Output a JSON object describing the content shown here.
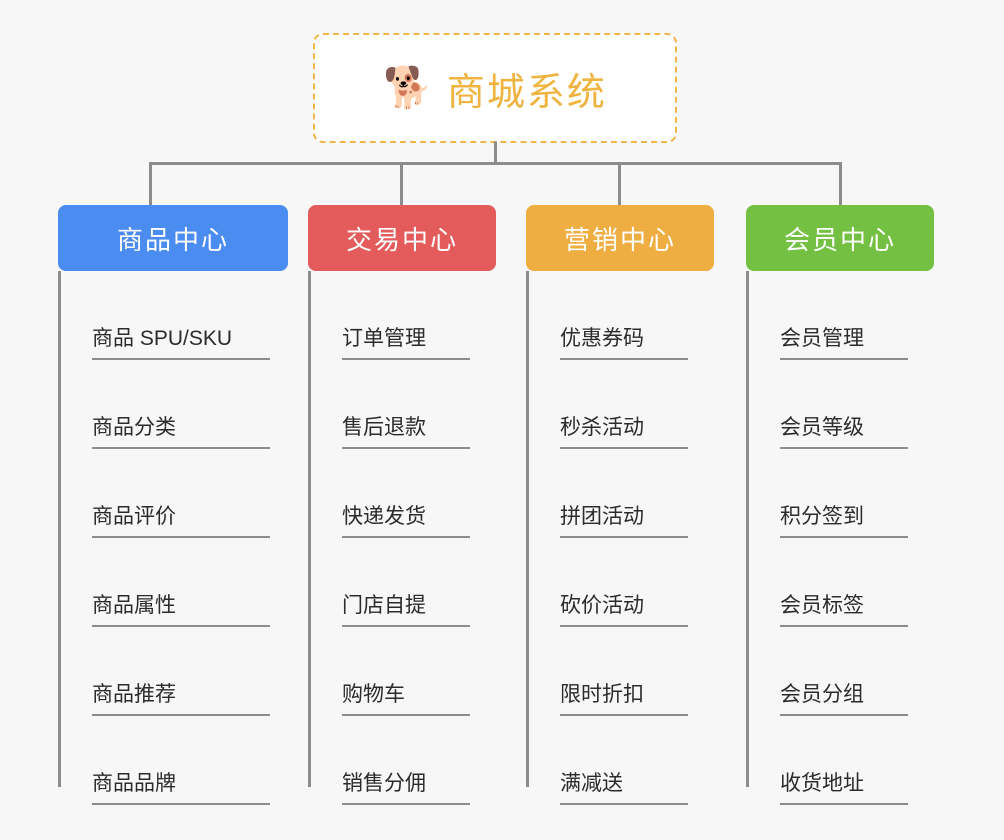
{
  "page": {
    "background_color": "#f7f7f7",
    "trunk_color": "#8c8c8c"
  },
  "root": {
    "icon": "shiba-dog-face-icon",
    "emoji": "🐕",
    "title": "商城系统",
    "title_color": "#efb33f",
    "border_color": "#f0b64a",
    "background_color": "#ffffff"
  },
  "branches": [
    {
      "title": "商品中心",
      "color": "#4a8cef",
      "items": [
        {
          "label": "商品 SPU/SKU"
        },
        {
          "label": "商品分类"
        },
        {
          "label": "商品评价"
        },
        {
          "label": "商品属性"
        },
        {
          "label": "商品推荐"
        },
        {
          "label": "商品品牌"
        }
      ]
    },
    {
      "title": "交易中心",
      "color": "#e35b5b",
      "items": [
        {
          "label": "订单管理"
        },
        {
          "label": "售后退款"
        },
        {
          "label": "快递发货"
        },
        {
          "label": "门店自提"
        },
        {
          "label": "购物车"
        },
        {
          "label": "销售分佣"
        }
      ]
    },
    {
      "title": "营销中心",
      "color": "#eeae42",
      "items": [
        {
          "label": "优惠券码"
        },
        {
          "label": "秒杀活动"
        },
        {
          "label": "拼团活动"
        },
        {
          "label": "砍价活动"
        },
        {
          "label": "限时折扣"
        },
        {
          "label": "满减送"
        }
      ]
    },
    {
      "title": "会员中心",
      "color": "#74c043",
      "items": [
        {
          "label": "会员管理"
        },
        {
          "label": "会员等级"
        },
        {
          "label": "积分签到"
        },
        {
          "label": "会员标签"
        },
        {
          "label": "会员分组"
        },
        {
          "label": "收货地址"
        }
      ]
    }
  ]
}
